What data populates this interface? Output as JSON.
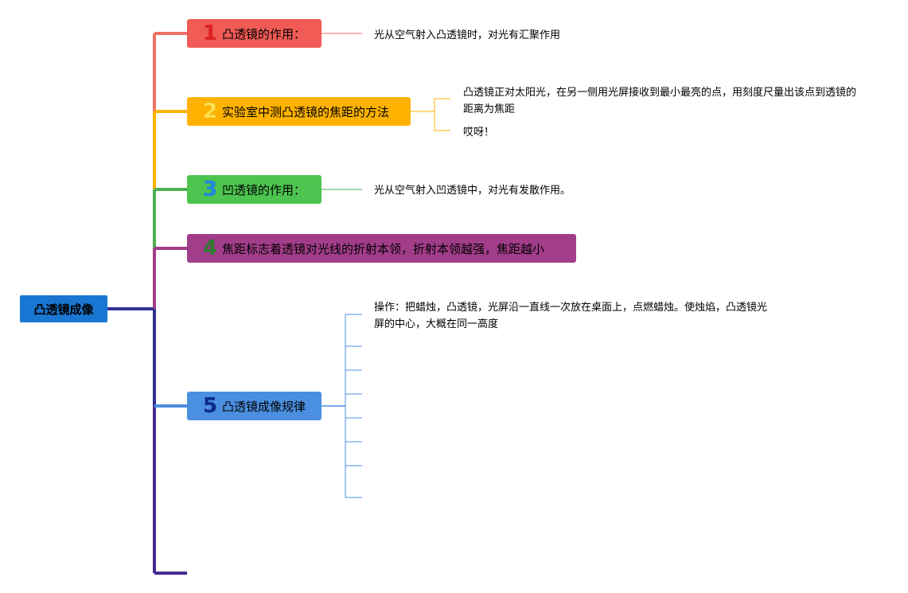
{
  "root": {
    "label": "凸透镜成像"
  },
  "branches": [
    {
      "number": "1",
      "label": "凸透镜的作用：",
      "color": "#f15b55",
      "number_color": "#e02020",
      "notes": [
        "光从空气射入凸透镜时，对光有汇聚作用"
      ]
    },
    {
      "number": "2",
      "label": "实验室中测凸透镜的焦距的方法",
      "color": "#ffb300",
      "number_color": "#ffe14d",
      "notes": [
        "凸透镜正对太阳光，在另一侧用光屏接收到最小最亮的点，用刻度尺量出该点到透镜的距离为焦距",
        "哎呀！"
      ]
    },
    {
      "number": "3",
      "label": "凹透镜的作用：",
      "color": "#4caf50",
      "number_color": "#1e88e5",
      "notes": [
        "光从空气射入凹透镜中，对光有发散作用。"
      ]
    },
    {
      "number": "4",
      "label": "焦距标志着透镜对光线的折射本领，折射本领越强，焦距越小",
      "color": "#a23d8a",
      "number_color": "#2e7d32",
      "notes": []
    },
    {
      "number": "5",
      "label": "凸透镜成像规律",
      "color": "#4a8fe0",
      "number_color": "#0d2b8a",
      "notes": [
        "操作：把蜡烛，凸透镜，光屏沿一直线一次放在桌面上，点燃蜡烛。使烛焰，凸透镜光屏的中心，大概在同一高度"
      ]
    }
  ]
}
